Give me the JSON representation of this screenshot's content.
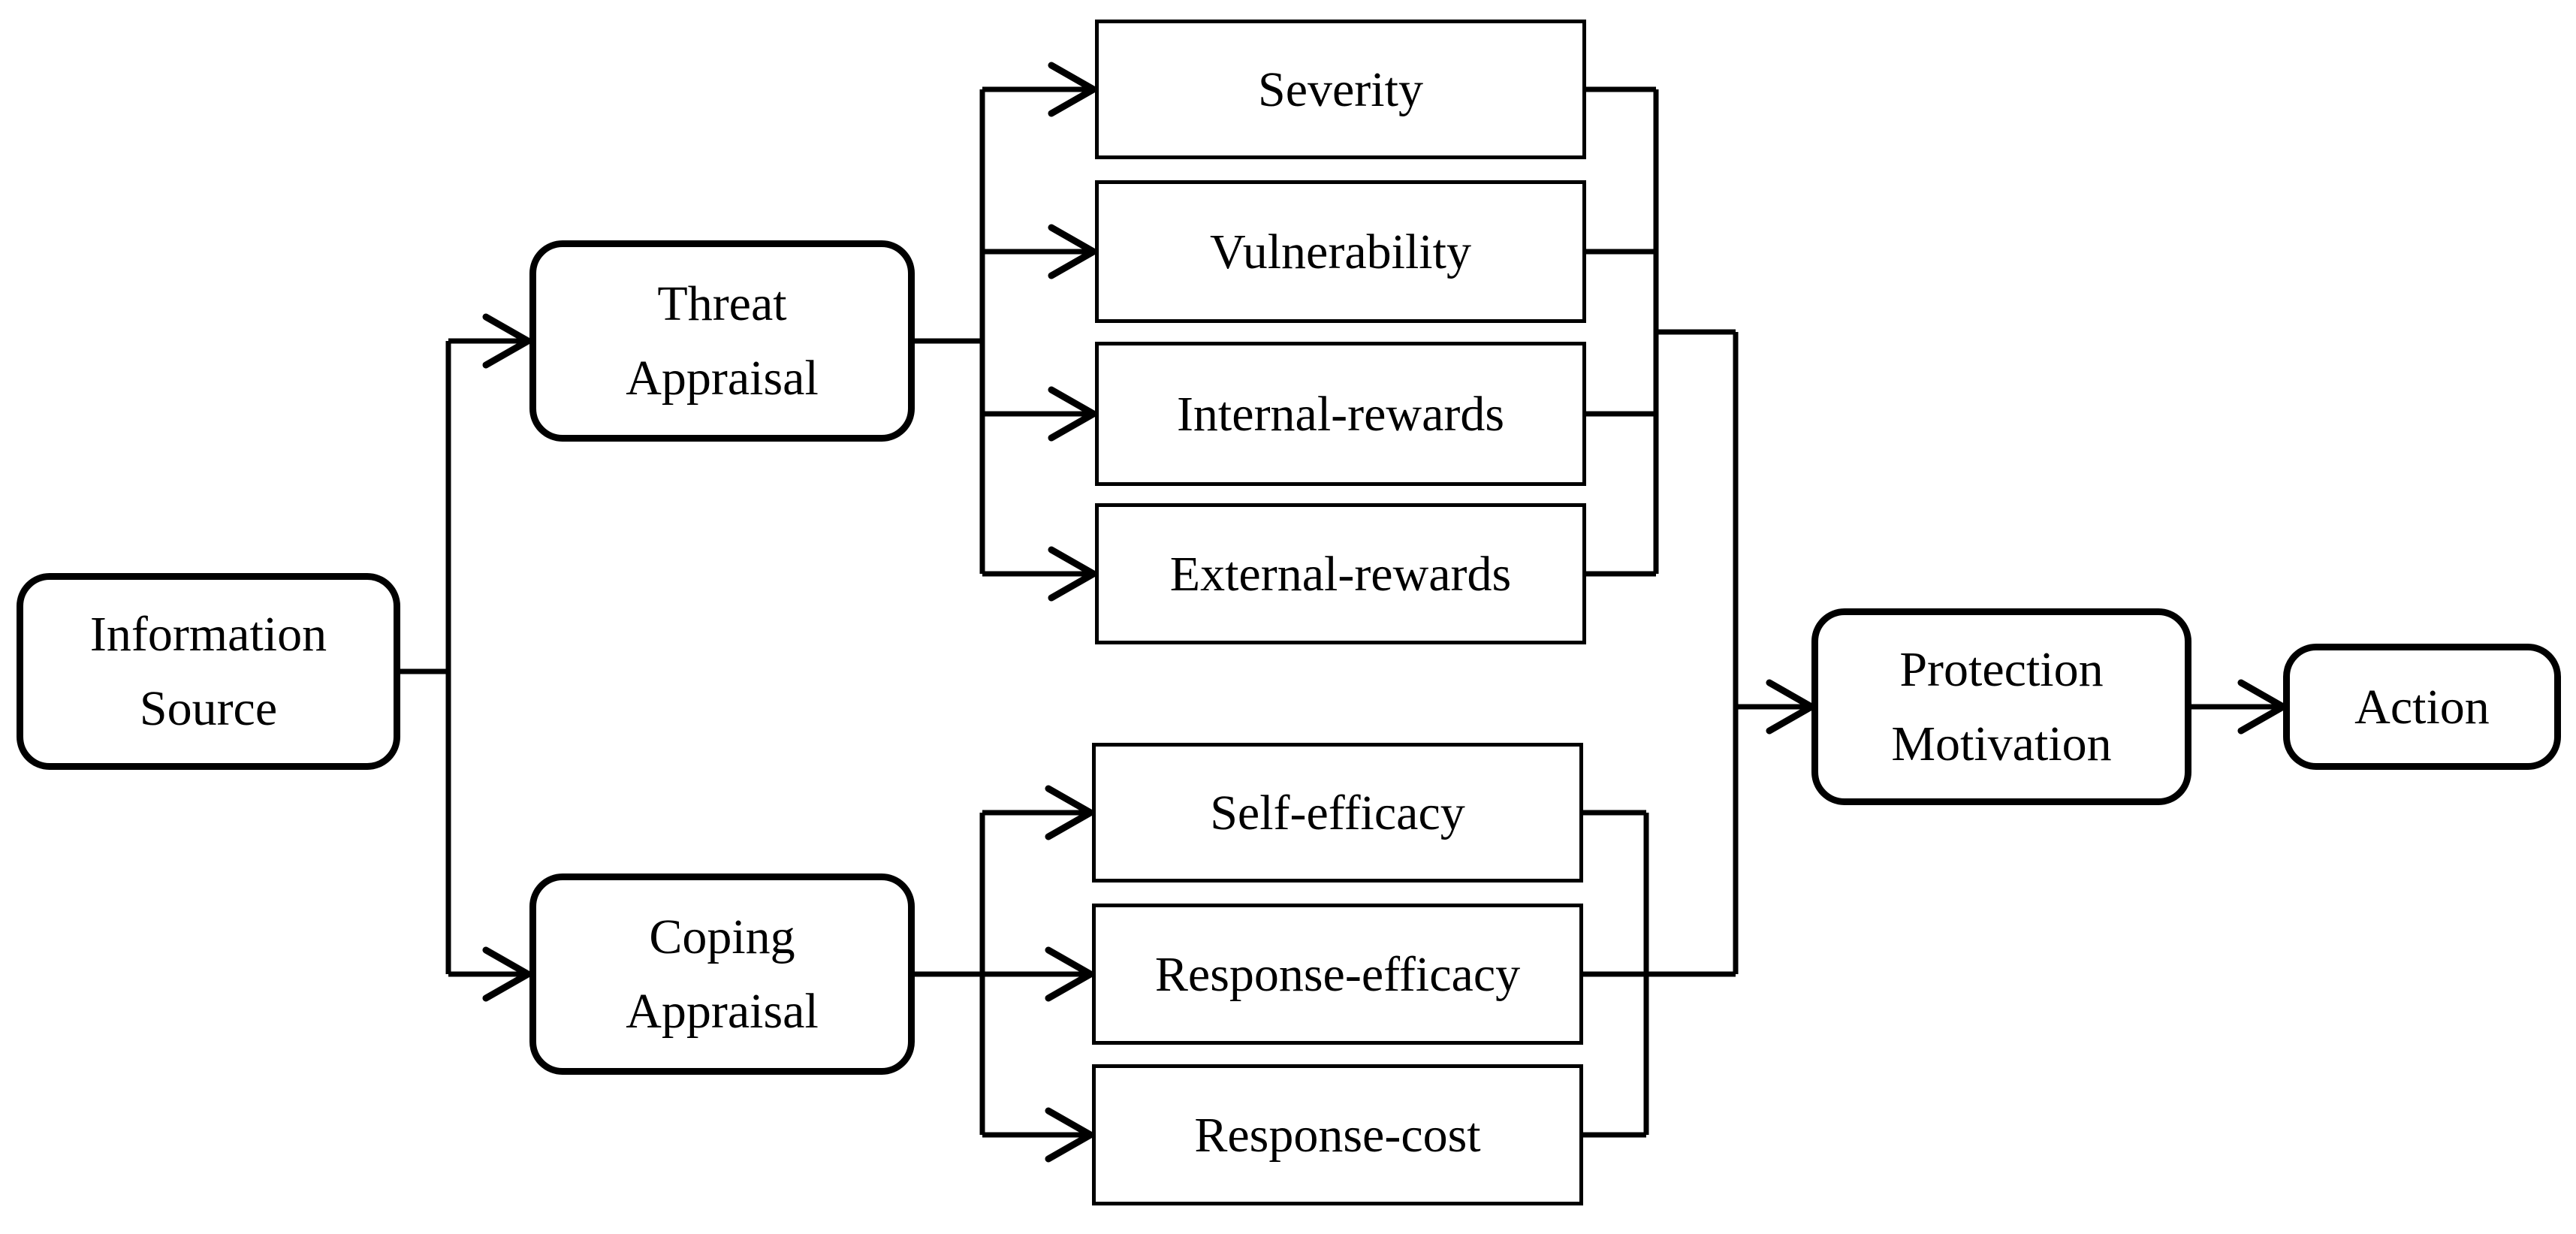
{
  "diagram_type": "flowchart",
  "colors": {
    "background": "#ffffff",
    "line": "#000000",
    "text": "#000000",
    "box_fill": "#ffffff"
  },
  "nodes": {
    "information_source": {
      "label": "Information\nSource",
      "shape": "rounded"
    },
    "threat_appraisal": {
      "label": "Threat\nAppraisal",
      "shape": "rounded"
    },
    "coping_appraisal": {
      "label": "Coping\nAppraisal",
      "shape": "rounded"
    },
    "severity": {
      "label": "Severity",
      "shape": "rectangle"
    },
    "vulnerability": {
      "label": "Vulnerability",
      "shape": "rectangle"
    },
    "internal_rewards": {
      "label": "Internal-rewards",
      "shape": "rectangle"
    },
    "external_rewards": {
      "label": "External-rewards",
      "shape": "rectangle"
    },
    "self_efficacy": {
      "label": "Self-efficacy",
      "shape": "rectangle"
    },
    "response_efficacy": {
      "label": "Response-efficacy",
      "shape": "rectangle"
    },
    "response_cost": {
      "label": "Response-cost",
      "shape": "rectangle"
    },
    "protection_motivation": {
      "label": "Protection\nMotivation",
      "shape": "rounded"
    },
    "action": {
      "label": "Action",
      "shape": "rounded"
    }
  },
  "edges": [
    {
      "from": "information_source",
      "to": "threat_appraisal",
      "arrowhead": true
    },
    {
      "from": "information_source",
      "to": "coping_appraisal",
      "arrowhead": true
    },
    {
      "from": "threat_appraisal",
      "to": "severity",
      "arrowhead": true
    },
    {
      "from": "threat_appraisal",
      "to": "vulnerability",
      "arrowhead": true
    },
    {
      "from": "threat_appraisal",
      "to": "internal_rewards",
      "arrowhead": true
    },
    {
      "from": "threat_appraisal",
      "to": "external_rewards",
      "arrowhead": true
    },
    {
      "from": "severity",
      "to": "protection_motivation",
      "arrowhead": false,
      "merged": true
    },
    {
      "from": "vulnerability",
      "to": "protection_motivation",
      "arrowhead": false,
      "merged": true
    },
    {
      "from": "internal_rewards",
      "to": "protection_motivation",
      "arrowhead": false,
      "merged": true
    },
    {
      "from": "external_rewards",
      "to": "protection_motivation",
      "arrowhead": false,
      "merged": true
    },
    {
      "from": "coping_appraisal",
      "to": "self_efficacy",
      "arrowhead": true
    },
    {
      "from": "coping_appraisal",
      "to": "response_efficacy",
      "arrowhead": true
    },
    {
      "from": "coping_appraisal",
      "to": "response_cost",
      "arrowhead": true
    },
    {
      "from": "self_efficacy",
      "to": "protection_motivation",
      "arrowhead": false,
      "merged": true
    },
    {
      "from": "response_efficacy",
      "to": "protection_motivation",
      "arrowhead": false,
      "merged": true
    },
    {
      "from": "response_cost",
      "to": "protection_motivation",
      "arrowhead": false,
      "merged": true
    },
    {
      "from": "merged_appraisal_lines",
      "to": "protection_motivation",
      "arrowhead": true
    },
    {
      "from": "protection_motivation",
      "to": "action",
      "arrowhead": true
    }
  ]
}
